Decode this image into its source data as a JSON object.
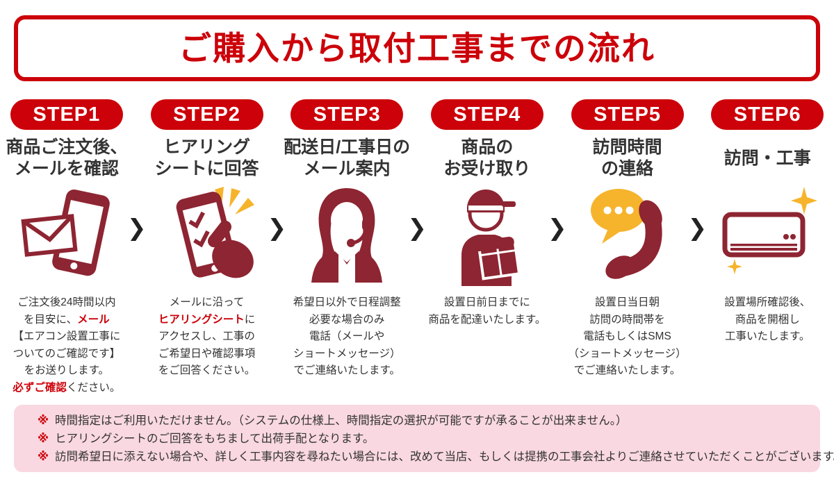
{
  "title": "ご購入から取付工事までの流れ",
  "arrow_char": "❯",
  "colors": {
    "accent_red": "#CC0109",
    "icon_maroon": "#8E2532",
    "icon_yellow": "#F6B42C",
    "notes_pink": "#F9D8E1",
    "body_text": "#333333"
  },
  "steps": [
    {
      "badge": "STEP1",
      "icon": "mail-phone-icon",
      "title_lines": [
        "商品ご注文後、",
        "メールを確認"
      ],
      "desc_lines": [
        [
          {
            "t": "ご注文後24時間以内"
          }
        ],
        [
          {
            "t": "を目安に、"
          },
          {
            "t": "メール",
            "red": true
          }
        ],
        [
          {
            "t": "【エアコン設置工事に"
          }
        ],
        [
          {
            "t": "ついてのご確認です】"
          }
        ],
        [
          {
            "t": "をお送りします。"
          }
        ],
        [
          {
            "t": "必ずご確認",
            "red": true
          },
          {
            "t": "ください。"
          }
        ]
      ]
    },
    {
      "badge": "STEP2",
      "icon": "hearing-sheet-phone-icon",
      "title_lines": [
        "ヒアリング",
        "シートに回答"
      ],
      "desc_lines": [
        [
          {
            "t": "メールに沿って"
          }
        ],
        [
          {
            "t": "ヒアリングシート",
            "red": true
          },
          {
            "t": "に"
          }
        ],
        [
          {
            "t": "アクセスし、工事の"
          }
        ],
        [
          {
            "t": "ご希望日や確認事項"
          }
        ],
        [
          {
            "t": "をご回答ください。"
          }
        ]
      ]
    },
    {
      "badge": "STEP3",
      "icon": "operator-icon",
      "title_lines": [
        "配送日/工事日の",
        "メール案内"
      ],
      "desc_lines": [
        [
          {
            "t": "希望日以外で日程調整"
          }
        ],
        [
          {
            "t": "必要な場合のみ"
          }
        ],
        [
          {
            "t": "電話（メールや"
          }
        ],
        [
          {
            "t": "ショートメッセージ）"
          }
        ],
        [
          {
            "t": "でご連絡いたします。"
          }
        ]
      ]
    },
    {
      "badge": "STEP4",
      "icon": "delivery-icon",
      "title_lines": [
        "商品の",
        "お受け取り"
      ],
      "desc_lines": [
        [
          {
            "t": "設置日前日までに"
          }
        ],
        [
          {
            "t": "商品を配達いたします。"
          }
        ]
      ]
    },
    {
      "badge": "STEP5",
      "icon": "phone-chat-icon",
      "title_lines": [
        "訪問時間",
        "の連絡"
      ],
      "desc_lines": [
        [
          {
            "t": "設置日当日朝"
          }
        ],
        [
          {
            "t": "訪問の時間帯を"
          }
        ],
        [
          {
            "t": "電話もしくはSMS"
          }
        ],
        [
          {
            "t": "（ショートメッセージ）"
          }
        ],
        [
          {
            "t": "でご連絡いたします。"
          }
        ]
      ]
    },
    {
      "badge": "STEP6",
      "icon": "aircon-icon",
      "title_lines": [
        "訪問・工事"
      ],
      "desc_lines": [
        [
          {
            "t": "設置場所確認後、"
          }
        ],
        [
          {
            "t": "商品を開梱し"
          }
        ],
        [
          {
            "t": "工事いたします。"
          }
        ]
      ]
    }
  ],
  "notes": [
    {
      "mark": "※",
      "text": "時間指定はご利用いただけません。（システムの仕様上、時間指定の選択が可能ですが承ることが出来ません。）"
    },
    {
      "mark": "※",
      "text": "ヒアリングシートのご回答をもちまして出荷手配となります。"
    },
    {
      "mark": "※",
      "text": "訪問希望日に添えない場合や、詳しく工事内容を尋ねたい場合には、改めて当店、もしくは提携の工事会社よりご連絡させていただくことがございます。"
    }
  ]
}
